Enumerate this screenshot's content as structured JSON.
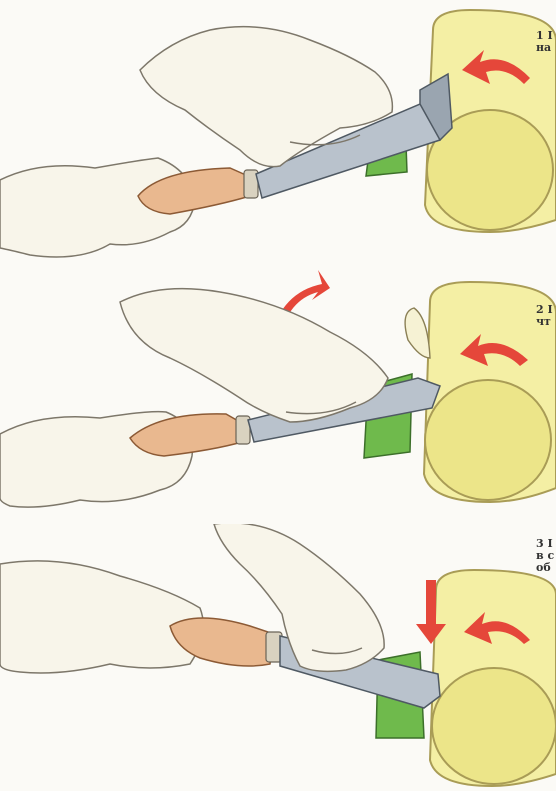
{
  "colors": {
    "background": "#fbfaf6",
    "log_fill": "#f4efa4",
    "log_outline": "#a99c56",
    "arrow": "#e5473a",
    "chisel_green": "#6fba4c",
    "handle": "#e9b88f",
    "steel": "#b9c2cc",
    "hand": "#f8f5ea",
    "hand_outline": "#7d776a"
  },
  "icons": [
    "rotation-arrow-icon",
    "lever-arrow-icon",
    "push-down-arrow-icon"
  ],
  "steps": [
    {
      "caption_lines": [
        "1 I",
        "на"
      ]
    },
    {
      "caption_lines": [
        "2 I",
        "чт"
      ]
    },
    {
      "caption_lines": [
        "3 I",
        "в с",
        "об"
      ]
    }
  ]
}
